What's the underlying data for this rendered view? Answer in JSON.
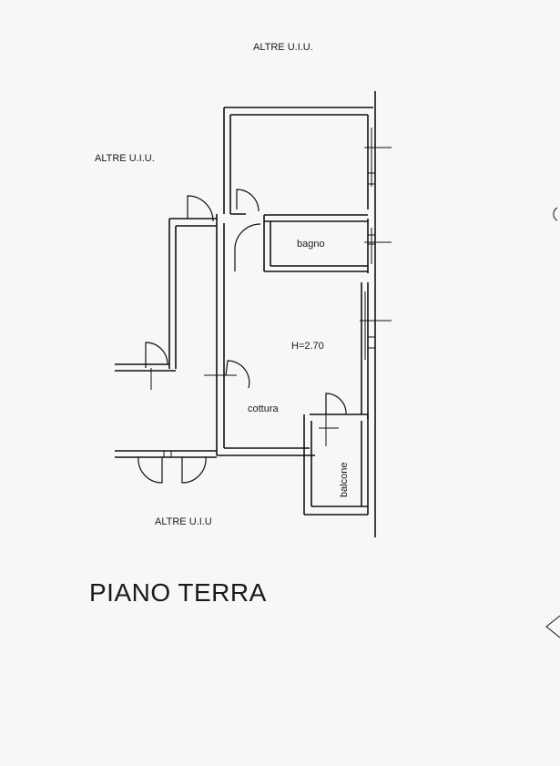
{
  "labels": {
    "top_neighbors": "ALTRE U.I.U.",
    "left_neighbors": "ALTRE U.I.U.",
    "bottom_neighbors": "ALTRE U.I.U",
    "bathroom": "bagno",
    "height": "H=2.70",
    "kitchen": "cottura",
    "balcony": "balcone",
    "floor_title": "PIANO TERRA"
  },
  "colors": {
    "ink": "#111111",
    "paper": "#f7f7f5"
  }
}
